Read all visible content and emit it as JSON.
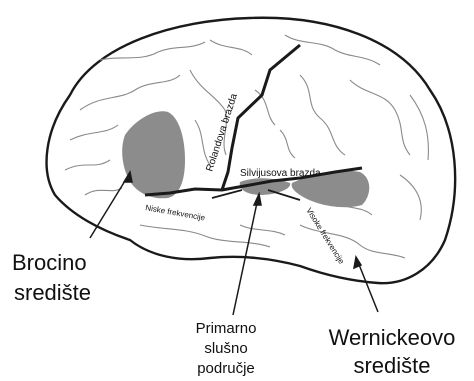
{
  "labels": {
    "rolandova_brazda": "Rolandova brazda",
    "silvijusova_brazda": "Silvijusova brazda",
    "niske_frekvencije": "Niske frekvencije",
    "visoke_frekvencije": "Visoke frekvencije",
    "brocino_line1": "Brocino",
    "brocino_line2": "središte",
    "primarno_line1": "Primarno",
    "primarno_line2": "slušno",
    "primarno_line3": "područje",
    "wernickeovo_line1": "Wernickeovo",
    "wernickeovo_line2": "središte"
  },
  "colors": {
    "outline": "#1a1a1a",
    "gyri": "#8a8a8a",
    "region_fill": "#8c8c8c",
    "text": "#111111"
  }
}
